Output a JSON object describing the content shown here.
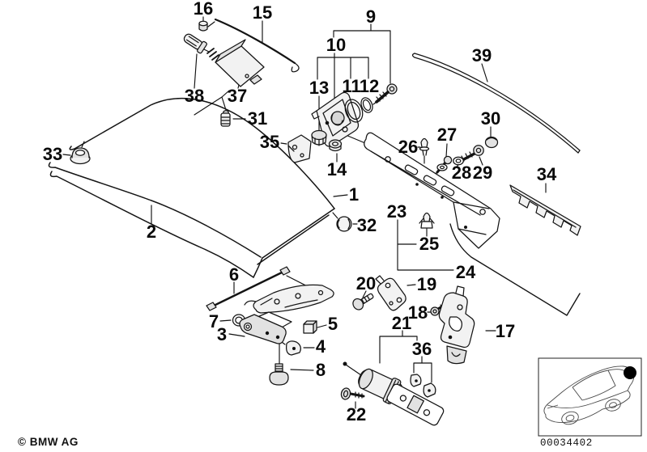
{
  "diagram": {
    "copyright": "© BMW AG",
    "drawing_number": "00034402",
    "part_labels": [
      "1",
      "2",
      "3",
      "4",
      "5",
      "6",
      "7",
      "8",
      "9",
      "10",
      "11",
      "12",
      "13",
      "14",
      "15",
      "16",
      "17",
      "18",
      "19",
      "20",
      "21",
      "22",
      "23",
      "24",
      "25",
      "26",
      "27",
      "28",
      "29",
      "30",
      "31",
      "32",
      "33",
      "34",
      "35",
      "36",
      "37",
      "38",
      "39"
    ]
  }
}
